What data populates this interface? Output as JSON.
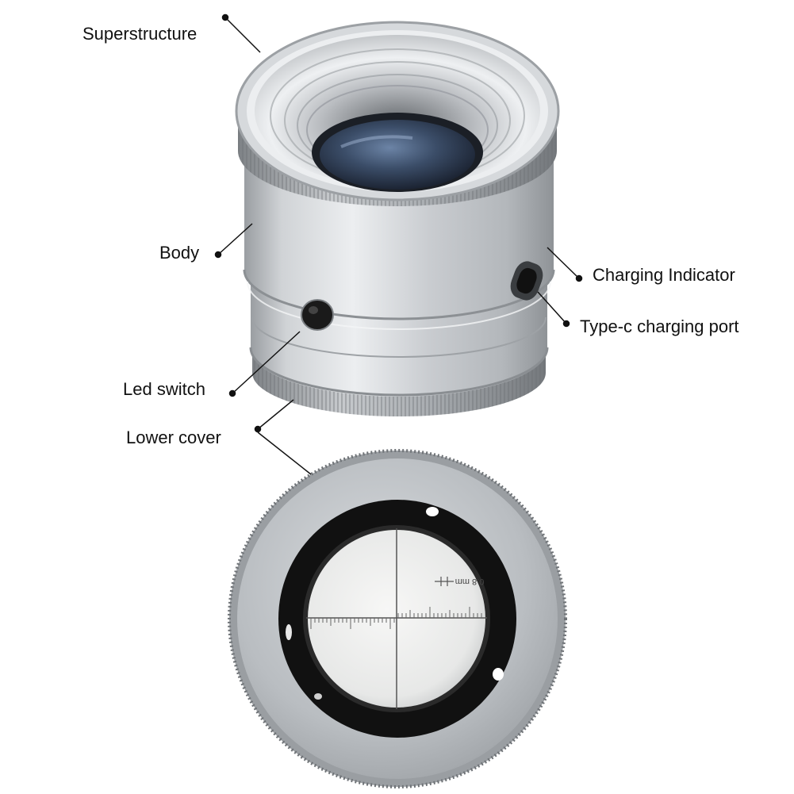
{
  "labels": {
    "superstructure": "Superstructure",
    "body": "Body",
    "charging_indicator": "Charging Indicator",
    "type_c_port": "Type-c charging port",
    "led_switch": "Led switch",
    "lower_cover": "Lower cover"
  },
  "reticle": {
    "scale_label": "0.8 mm"
  },
  "colors": {
    "metal_light": "#e6e8ea",
    "metal_mid": "#c3c6c9",
    "metal_dark": "#8e9296",
    "lens_blue": "#3a4c66",
    "black": "#151515",
    "text": "#111111"
  }
}
